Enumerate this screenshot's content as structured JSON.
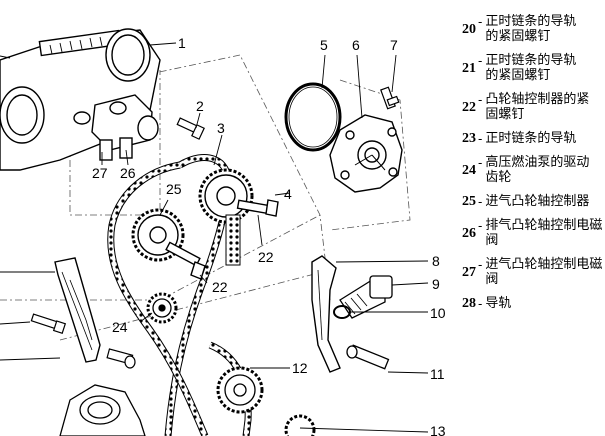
{
  "callouts": {
    "c1": "1",
    "c2": "2",
    "c3": "3",
    "c4": "4",
    "c5": "5",
    "c6": "6",
    "c7": "7",
    "c8": "8",
    "c9": "9",
    "c10": "10",
    "c11": "11",
    "c12": "12",
    "c13": "13",
    "c22a": "22",
    "c22b": "22",
    "c24": "24",
    "c25": "25",
    "c26": "26",
    "c27": "27"
  },
  "legend": [
    {
      "num": "20",
      "line1": "正时链条的导轨",
      "line2": "的紧固螺钉"
    },
    {
      "num": "21",
      "line1": "正时链条的导轨",
      "line2": "的紧固螺钉"
    },
    {
      "num": "22",
      "line1": "凸轮轴控制器的紧",
      "line2": "固螺钉"
    },
    {
      "num": "23",
      "line1": "正时链条的导轨",
      "line2": ""
    },
    {
      "num": "24",
      "line1": "高压燃油泵的驱动",
      "line2": "齿轮"
    },
    {
      "num": "25",
      "line1": "进气凸轮轴控制器",
      "line2": ""
    },
    {
      "num": "26",
      "line1": "排气凸轮轴控制电磁",
      "line2": "阀"
    },
    {
      "num": "27",
      "line1": "进气凸轮轴控制电磁",
      "line2": "阀"
    },
    {
      "num": "28",
      "line1": "导轨",
      "line2": ""
    }
  ]
}
